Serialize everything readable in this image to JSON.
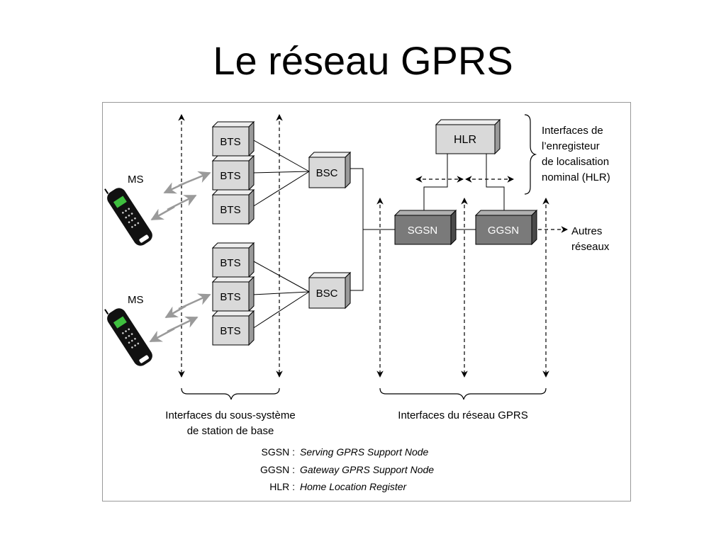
{
  "slide": {
    "title": "Le réseau GPRS"
  },
  "diagram": {
    "nodes": {
      "bts": "BTS",
      "bsc": "BSC",
      "hlr": "HLR",
      "sgsn": "SGSN",
      "ggsn": "GGSN",
      "ms": "MS"
    },
    "labels": {
      "hlr_interfaces": [
        "Interfaces de",
        "l’enregisteur",
        "de localisation",
        "nominal (HLR)"
      ],
      "autres_reseaux": [
        "Autres",
        "réseaux"
      ],
      "bss_interfaces": [
        "Interfaces du sous-système",
        "de station de base"
      ],
      "gprs_interfaces": "Interfaces du réseau GPRS"
    },
    "legend": [
      {
        "abbr": "SGSN :",
        "full": "Serving GPRS Support Node"
      },
      {
        "abbr": "GGSN :",
        "full": "Gateway GPRS Support Node"
      },
      {
        "abbr": "HLR :",
        "full": "Home Location Register"
      }
    ],
    "colors": {
      "light_box": "#d9d9d9",
      "dark_box": "#7a7a7a",
      "wireless": "#9a9a9a",
      "phone_body": "#111111",
      "phone_screen": "#3fbf3f"
    }
  }
}
